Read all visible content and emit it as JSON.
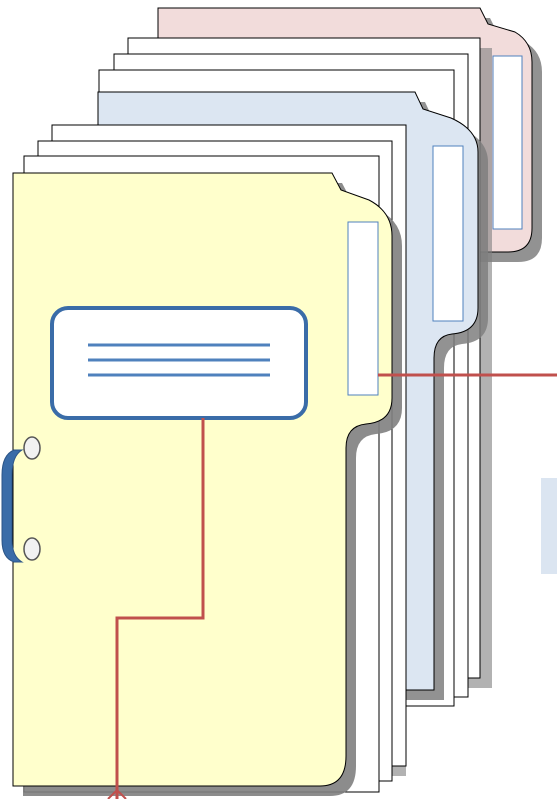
{
  "diagram": {
    "folders": [
      {
        "name": "back-folder",
        "fill": "#f2dcdb",
        "label_fill": "#ffffff"
      },
      {
        "name": "middle-folder",
        "fill": "#dce6f2",
        "label_fill": "#ffffff"
      },
      {
        "name": "front-folder",
        "fill": "#ffffcc",
        "label_fill": "#ffffff"
      }
    ],
    "separator_sheet_fill": "#ffffff",
    "outline_color": "#000000",
    "shadow_color": "#7f7f7f",
    "label_plate": {
      "fill": "#ffffff",
      "border": "#3a6ca8",
      "line_color": "#4f81bd",
      "line_count": 3
    },
    "spine_clip": {
      "color": "#3a6ca8",
      "ring_fill": "#f2f2f2"
    },
    "connector_color": "#c0504d",
    "side_panel_fill": "#dbe5f1"
  }
}
